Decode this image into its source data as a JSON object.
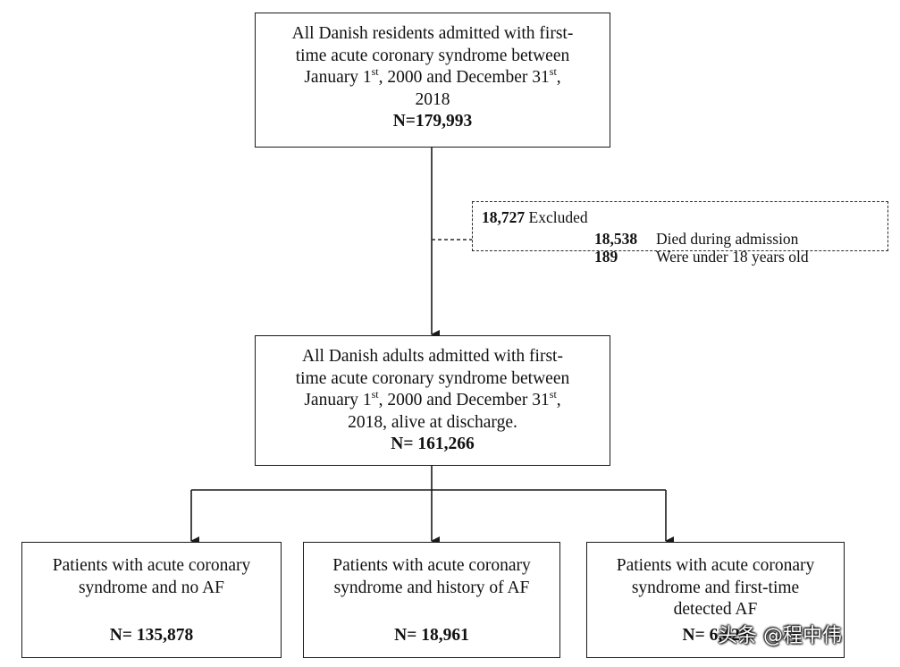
{
  "top_box": {
    "line1": "All Danish residents admitted with first-",
    "line2": "time acute coronary syndrome between",
    "line3_a": "January 1",
    "line3_sup1": "st",
    "line3_b": ", 2000 and December 31",
    "line3_sup2": "st",
    "line3_c": ",",
    "line4": "2018",
    "count": "N=179,993"
  },
  "excluded_box": {
    "count": "18,727",
    "label": "Excluded",
    "rows": [
      {
        "count": "18,538",
        "reason": "Died during admission"
      },
      {
        "count": "189",
        "reason": "Were under 18 years old"
      }
    ]
  },
  "middle_box": {
    "line1": "All Danish adults admitted with first-",
    "line2": "time acute coronary syndrome between",
    "line3_a": "January 1",
    "line3_sup1": "st",
    "line3_b": ", 2000 and December 31",
    "line3_sup2": "st",
    "line3_c": ",",
    "line4": "2018, alive at discharge.",
    "count": "N= 161,266"
  },
  "bottom_boxes": [
    {
      "line1": "Patients with acute coronary",
      "line2": "syndrome and no AF",
      "line3": "",
      "count": "N= 135,878"
    },
    {
      "line1": "Patients with acute coronary",
      "line2": "syndrome and history of AF",
      "line3": "",
      "count": "N= 18,961"
    },
    {
      "line1": "Patients with acute coronary",
      "line2": "syndrome and first-time",
      "line3": "detected AF",
      "count": "N= 6,427"
    }
  ],
  "watermark": "头条 @程中伟",
  "colors": {
    "line": "#1a1a1a",
    "background": "#ffffff"
  }
}
